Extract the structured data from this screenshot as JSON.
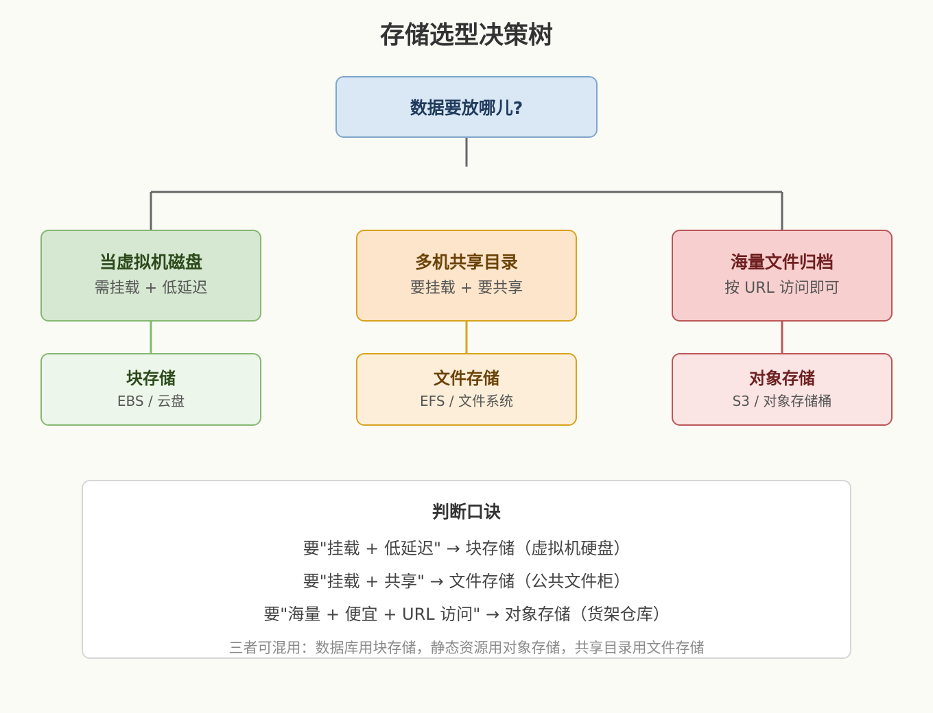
{
  "title": "存储选型决策树",
  "root": {
    "label": "数据要放哪儿?"
  },
  "branches": [
    {
      "condition": {
        "label": "当虚拟机磁盘",
        "sub": "需挂载 + 低延迟"
      },
      "result": {
        "label": "块存储",
        "sub": "EBS / 云盘"
      }
    },
    {
      "condition": {
        "label": "多机共享目录",
        "sub": "要挂载 + 要共享"
      },
      "result": {
        "label": "文件存储",
        "sub": "EFS / 文件系统"
      }
    },
    {
      "condition": {
        "label": "海量文件归档",
        "sub": "按 URL 访问即可"
      },
      "result": {
        "label": "对象存储",
        "sub": "S3 / 对象存储桶"
      }
    }
  ],
  "tips": {
    "title": "判断口诀",
    "rules": [
      "要\"挂载 + 低延迟\" → 块存储（虚拟机硬盘）",
      "要\"挂载 + 共享\" → 文件存储（公共文件柜）",
      "要\"海量 + 便宜 + URL 访问\" → 对象存储（货架仓库）"
    ],
    "note": "三者可混用：数据库用块存储，静态资源用对象存储，共享目录用文件存储"
  },
  "colors": {
    "connector": "#666666",
    "green": "#86b772",
    "orange": "#d9a21d",
    "red": "#bb5656"
  }
}
